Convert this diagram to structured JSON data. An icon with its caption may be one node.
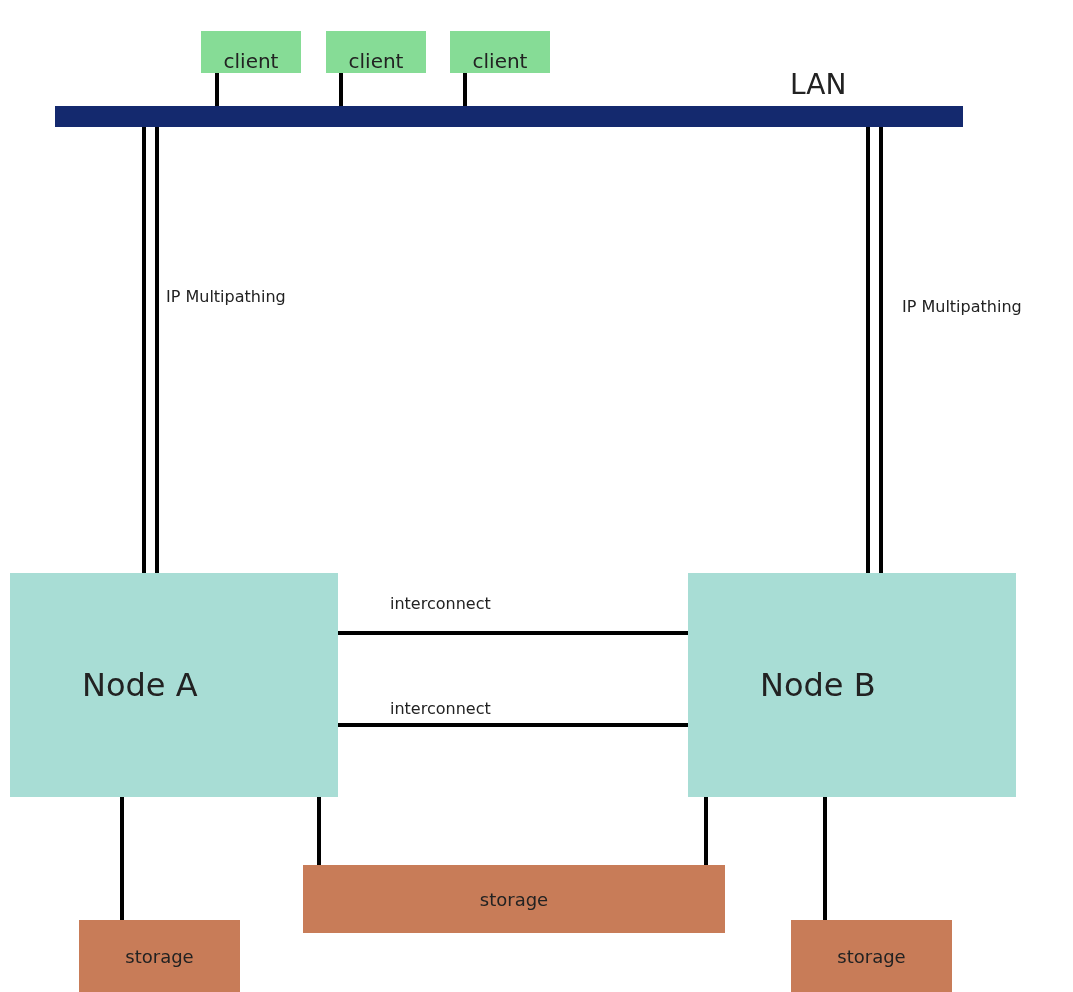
{
  "diagram": {
    "nodes": [
      {
        "text": [
          "client"
        ]
      },
      {
        "text": [
          "client"
        ]
      },
      {
        "text": [
          "client"
        ]
      },
      {
        "text": [
          "LAN"
        ]
      },
      {
        "text": [
          "Node A"
        ]
      },
      {
        "text": [
          "Node B"
        ]
      },
      {
        "text": [
          "storage"
        ]
      },
      {
        "text": [
          "storage"
        ]
      },
      {
        "text": [
          "storage"
        ]
      }
    ],
    "edges": [
      {
        "from": 0,
        "to": 3,
        "arrow": "none"
      },
      {
        "from": 1,
        "to": 3,
        "arrow": "none"
      },
      {
        "from": 2,
        "to": 3,
        "arrow": "none"
      },
      {
        "from": 3,
        "to": 4,
        "arrow": "none"
      },
      {
        "from": 3,
        "to": 4,
        "arrow": "none",
        "label": "IP Multipathing"
      },
      {
        "from": 3,
        "to": 5,
        "arrow": "none"
      },
      {
        "from": 3,
        "to": 5,
        "arrow": "none",
        "label": "IP Multipathing"
      },
      {
        "from": 4,
        "to": 5,
        "arrow": "none",
        "label": "interconnect"
      },
      {
        "from": 4,
        "to": 5,
        "arrow": "none",
        "label": "interconnect"
      },
      {
        "from": 4,
        "to": 7,
        "arrow": "none"
      },
      {
        "from": 4,
        "to": 6,
        "arrow": "none"
      },
      {
        "from": 5,
        "to": 6,
        "arrow": "none"
      },
      {
        "from": 5,
        "to": 8,
        "arrow": "none"
      }
    ]
  }
}
